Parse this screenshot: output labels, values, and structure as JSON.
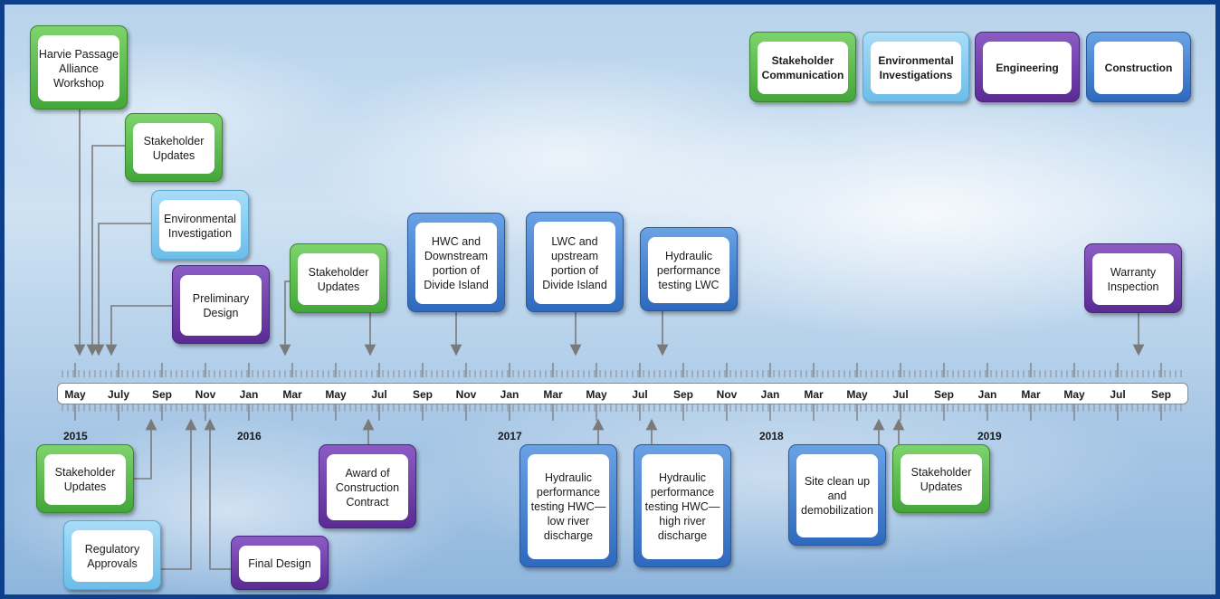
{
  "legend": [
    {
      "label": "Stakeholder\nCommunication",
      "color": "green"
    },
    {
      "label": "Environmental\nInvestigations",
      "color": "lightblue"
    },
    {
      "label": "Engineering",
      "color": "purple"
    },
    {
      "label": "Construction",
      "color": "blue"
    }
  ],
  "months": [
    "May",
    "July",
    "Sep",
    "Nov",
    "Jan",
    "Mar",
    "May",
    "Jul",
    "Sep",
    "Nov",
    "Jan",
    "Mar",
    "May",
    "Jul",
    "Sep",
    "Nov",
    "Jan",
    "Mar",
    "May",
    "Jul",
    "Sep",
    "Jan",
    "Mar",
    "May",
    "Jul",
    "Sep"
  ],
  "years": [
    "2015",
    "2016",
    "2017",
    "2018",
    "2019"
  ],
  "events_above": [
    {
      "label": "Harvie Passage\nAlliance\nWorkshop",
      "category": "green"
    },
    {
      "label": "Stakeholder\nUpdates",
      "category": "green"
    },
    {
      "label": "Environmental\nInvestigation",
      "category": "lightblue"
    },
    {
      "label": "Preliminary\nDesign",
      "category": "purple"
    },
    {
      "label": "Stakeholder\nUpdates",
      "category": "green"
    },
    {
      "label": "HWC and\nDownstream\nportion of\nDivide Island",
      "category": "blue"
    },
    {
      "label": "LWC and\nupstream\nportion of\nDivide Island",
      "category": "blue"
    },
    {
      "label": "Hydraulic\nperformance\ntesting LWC",
      "category": "blue"
    },
    {
      "label": "Warranty\nInspection",
      "category": "purple"
    }
  ],
  "events_below": [
    {
      "label": "Stakeholder\nUpdates",
      "category": "green"
    },
    {
      "label": "Regulatory\nApprovals",
      "category": "lightblue"
    },
    {
      "label": "Final Design",
      "category": "purple"
    },
    {
      "label": "Award of\nConstruction\nContract",
      "category": "purple"
    },
    {
      "label": "Hydraulic\nperformance\ntesting HWC—\nlow river\ndischarge",
      "category": "blue"
    },
    {
      "label": "Hydraulic\nperformance\ntesting HWC—\nhigh river\ndischarge",
      "category": "blue"
    },
    {
      "label": "Site clean up\nand\ndemobilization",
      "category": "blue"
    },
    {
      "label": "Stakeholder\nUpdates",
      "category": "green"
    }
  ],
  "colors": {
    "green": "#4fb043",
    "lightblue": "#7cc6ee",
    "purple": "#6a3aa6",
    "blue": "#3d78cc",
    "frame": "#0d3f8a"
  }
}
